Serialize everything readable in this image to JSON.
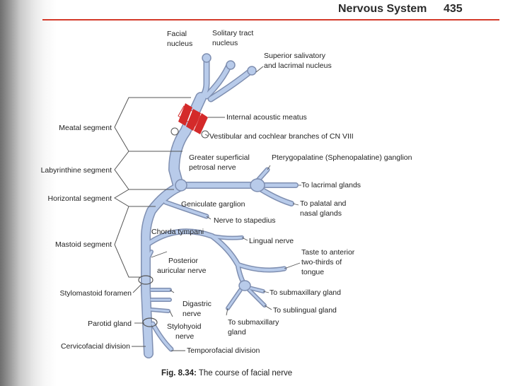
{
  "header": {
    "title": "Nervous System",
    "page_number": "435"
  },
  "colors": {
    "nerve": "#b8cbea",
    "nerve_outline": "#7f8fb1",
    "band": "#d42a2a",
    "header_rule": "#d43a2a"
  },
  "diagram": {
    "labels": {
      "facial_nucleus_1": "Facial",
      "facial_nucleus_2": "nucleus",
      "solitary_1": "Solitary tract",
      "solitary_2": "nucleus",
      "superior_1": "Superior salivatory",
      "superior_2": "and lacrimal nucleus",
      "internal_acoustic": "Internal acoustic meatus",
      "vestibular": "Vestibular and cochlear branches of CN VIII",
      "greater_1": "Greater superficial",
      "greater_2": "petrosal nerve",
      "pterygopalatine": "Pterygopalatine (Sphenopalatine) ganglion",
      "lacrimal": "To lacrimal glands",
      "palatal_1": "To palatal and",
      "palatal_2": "nasal glands",
      "geniculate": "Geniculate garglion",
      "stapedius": "Nerve to stapedius",
      "chorda": "Chorda tympani",
      "lingual": "Lingual nerve",
      "taste_1": "Taste to anterior",
      "taste_2": "two-thirds of",
      "taste_3": "tongue",
      "posterior_1": "Posterior",
      "posterior_2": "auricular nerve",
      "submax_gland": "To submaxillary gland",
      "sublingual": "To sublingual gland",
      "digastric_1": "Digastric",
      "digastric_2": "nerve",
      "stylohyoid_1": "Stylohyoid",
      "stylohyoid_2": "nerve",
      "to_submax_1": "To submaxillary",
      "to_submax_2": "gland",
      "temporofacial": "Temporofacial division",
      "meatal": "Meatal segment",
      "labyrinthine": "Labyrinthine segment",
      "horizontal": "Horizontal segment",
      "mastoid": "Mastoid segment",
      "stylomastoid": "Stylomastoid foramen",
      "parotid": "Parotid gland",
      "cervicofacial": "Cervicofacial division"
    }
  },
  "caption": {
    "figure_number": "Fig. 8.34:",
    "text": "The course of facial nerve"
  }
}
